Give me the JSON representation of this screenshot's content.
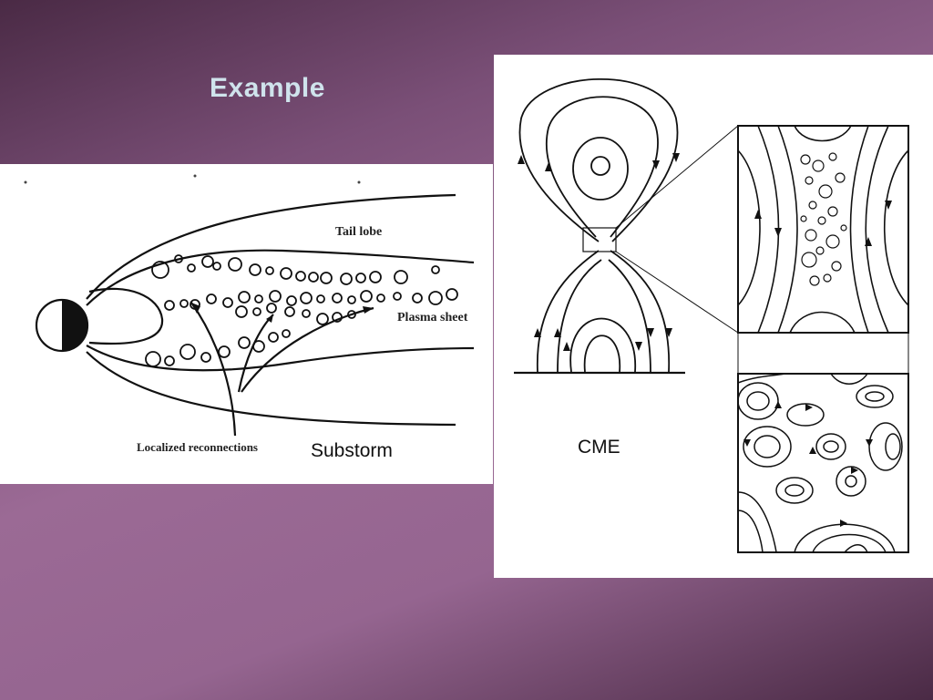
{
  "slide": {
    "title": "Example",
    "title_color": "#cfe3ec",
    "background_color": "#9b6a95"
  },
  "substorm_figure": {
    "label_tail_lobe": "Tail lobe",
    "label_plasma_sheet": "Plasma sheet",
    "label_reconnections": "Localized reconnections",
    "caption": "Substorm"
  },
  "cme_figure": {
    "caption": "CME"
  }
}
